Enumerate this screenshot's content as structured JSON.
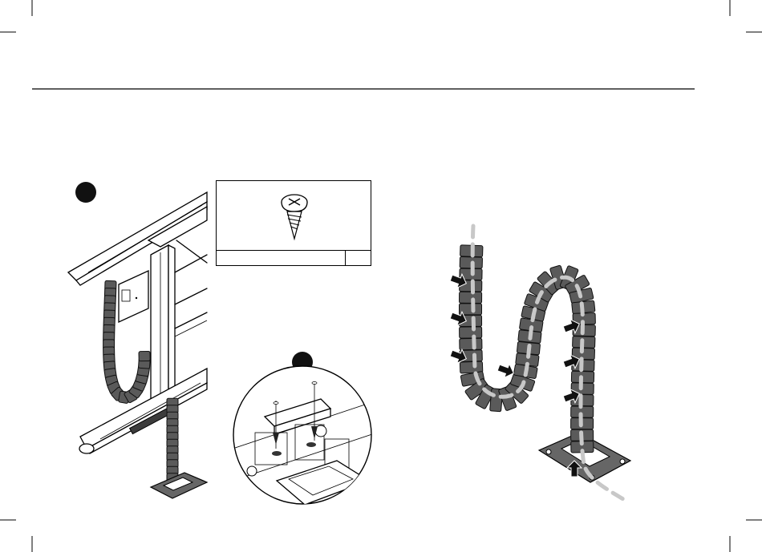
{
  "page": {
    "colors": {
      "ink": "#000000",
      "chain": "#5a5a5a",
      "cable_path": "#c8c8c8",
      "paper": "#ffffff"
    }
  },
  "callouts": [
    {
      "id": "step-marker-1",
      "label": ""
    },
    {
      "id": "step-marker-2",
      "label": ""
    }
  ],
  "parts_box": {
    "icon": "pan-head-screw-icon",
    "part_label": "",
    "quantity": ""
  },
  "detail": {
    "zoom": "circular-magnified-detail"
  }
}
